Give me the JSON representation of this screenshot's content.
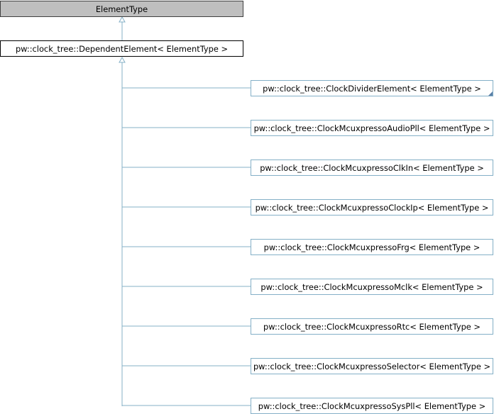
{
  "diagram": {
    "root": {
      "label": "ElementType"
    },
    "main": {
      "label": "pw::clock_tree::DependentElement< ElementType >"
    },
    "children": [
      {
        "label": "pw::clock_tree::ClockDividerElement< ElementType >",
        "folded": true
      },
      {
        "label": "pw::clock_tree::ClockMcuxpressoAudioPll< ElementType >",
        "folded": false
      },
      {
        "label": "pw::clock_tree::ClockMcuxpressoClkIn< ElementType >",
        "folded": false
      },
      {
        "label": "pw::clock_tree::ClockMcuxpressoClockIp< ElementType >",
        "folded": false
      },
      {
        "label": "pw::clock_tree::ClockMcuxpressoFrg< ElementType >",
        "folded": false
      },
      {
        "label": "pw::clock_tree::ClockMcuxpressoMclk< ElementType >",
        "folded": false
      },
      {
        "label": "pw::clock_tree::ClockMcuxpressoRtc< ElementType >",
        "folded": false
      },
      {
        "label": "pw::clock_tree::ClockMcuxpressoSelector< ElementType >",
        "folded": false
      },
      {
        "label": "pw::clock_tree::ClockMcuxpressoSysPll< ElementType >",
        "folded": false
      }
    ],
    "colors": {
      "edge": "#84b0c7",
      "root_fill": "#bfbfbf"
    }
  }
}
